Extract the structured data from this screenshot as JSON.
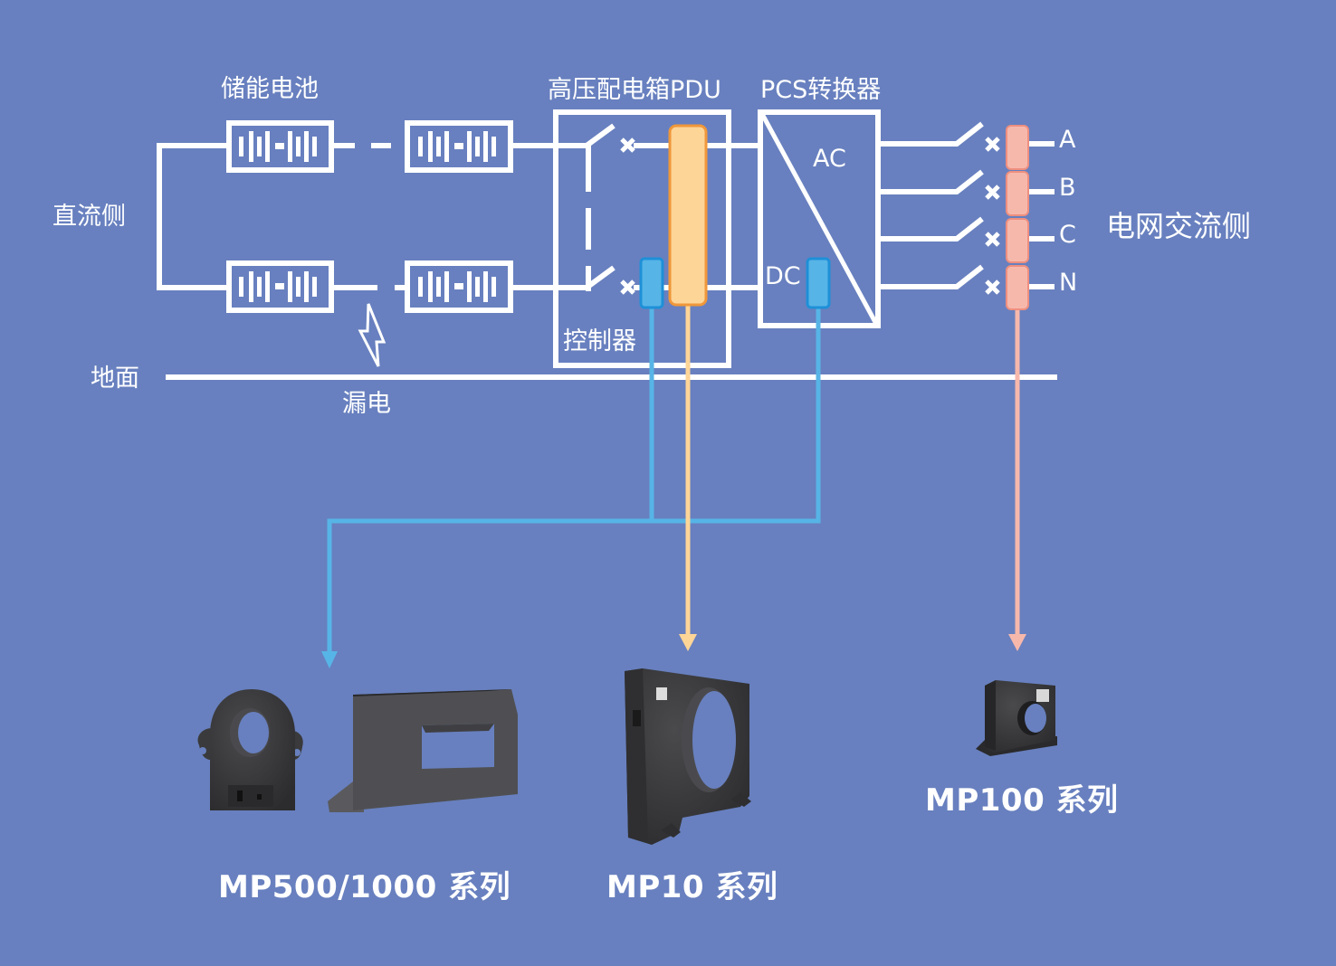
{
  "diagram": {
    "labels": {
      "battery": "储能电池",
      "dc_side": "直流侧",
      "ground": "地面",
      "leakage": "漏电",
      "pdu": "高压配电箱PDU",
      "controller": "控制器",
      "pcs": "PCS转换器",
      "ac": "AC",
      "dc": "DC",
      "grid_ac_side": "电网交流侧"
    },
    "phases": [
      "A",
      "B",
      "C",
      "N"
    ],
    "colors": {
      "background": "#6880bf",
      "wire": "#ffffff",
      "blue_sensor": "#57b4e6",
      "blue_sensor_border": "#1e90d8",
      "orange_sensor": "#fdd597",
      "orange_sensor_border": "#f0973a",
      "pink_sensor": "#f7b8ac",
      "pink_sensor_border": "#ee8f7f",
      "product_dark": "#3c3c3e"
    }
  },
  "products": [
    {
      "name": "MP500/1000 系列",
      "connector": "blue"
    },
    {
      "name": "MP10 系列",
      "connector": "orange"
    },
    {
      "name": "MP100 系列",
      "connector": "pink"
    }
  ]
}
